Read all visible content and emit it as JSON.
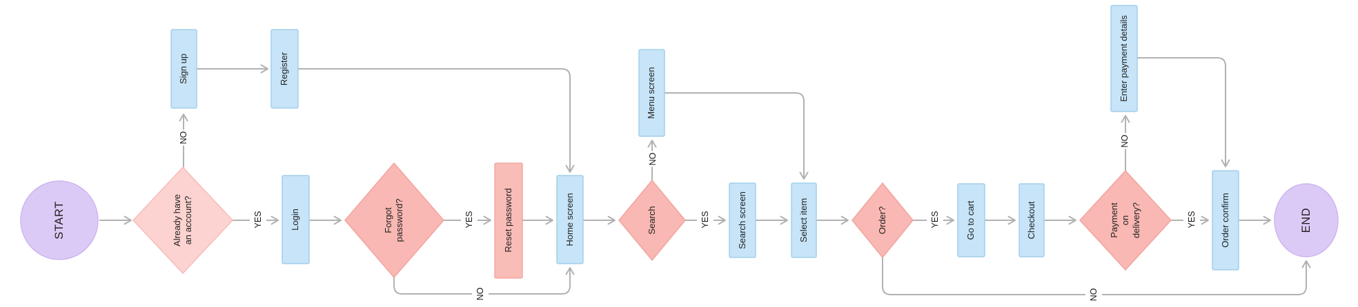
{
  "diagram": {
    "type": "flowchart",
    "orientation": "horizontal-rotated-text",
    "background": "#ffffff",
    "colors": {
      "terminal_fill": "#dccaf6",
      "process_fill": "#c7e4f8",
      "decision_fill": "#f9b8b3",
      "decision_light_fill": "#fcd3d0",
      "highlight_process_fill": "#f9bcb7",
      "connector": "#b1b1b1",
      "text": "#1f1f1f"
    },
    "nodes": {
      "start": {
        "label": "START",
        "type": "terminal"
      },
      "already_account": {
        "label": "Already have an account?",
        "type": "decision"
      },
      "sign_up": {
        "label": "Sign up",
        "type": "process"
      },
      "register": {
        "label": "Register",
        "type": "process"
      },
      "login": {
        "label": "Login",
        "type": "process"
      },
      "forgot_password": {
        "label": "Forgot password?",
        "type": "decision"
      },
      "reset_password": {
        "label": "Reset password",
        "type": "process-highlight"
      },
      "home_screen": {
        "label": "Home screen",
        "type": "process"
      },
      "search": {
        "label": "Search",
        "type": "decision"
      },
      "menu_screen": {
        "label": "Menu screen",
        "type": "process"
      },
      "search_screen": {
        "label": "Search screen",
        "type": "process"
      },
      "select_item": {
        "label": "Select item",
        "type": "process"
      },
      "order": {
        "label": "Order?",
        "type": "decision"
      },
      "go_to_cart": {
        "label": "Go to cart",
        "type": "process"
      },
      "checkout": {
        "label": "Checkout",
        "type": "process"
      },
      "payment_on_delivery": {
        "label": "Payment on delivery?",
        "type": "decision"
      },
      "enter_payment_details": {
        "label": "Enter payment details",
        "type": "process"
      },
      "order_confirm": {
        "label": "Order confirm",
        "type": "process"
      },
      "end": {
        "label": "END",
        "type": "terminal"
      }
    },
    "edge_labels": {
      "already_no": "NO",
      "already_yes": "YES",
      "forgot_yes": "YES",
      "forgot_no": "NO",
      "search_no": "NO",
      "search_yes": "YES",
      "order_yes": "YES",
      "order_no": "NO",
      "payment_no": "NO",
      "payment_yes": "YES"
    }
  }
}
